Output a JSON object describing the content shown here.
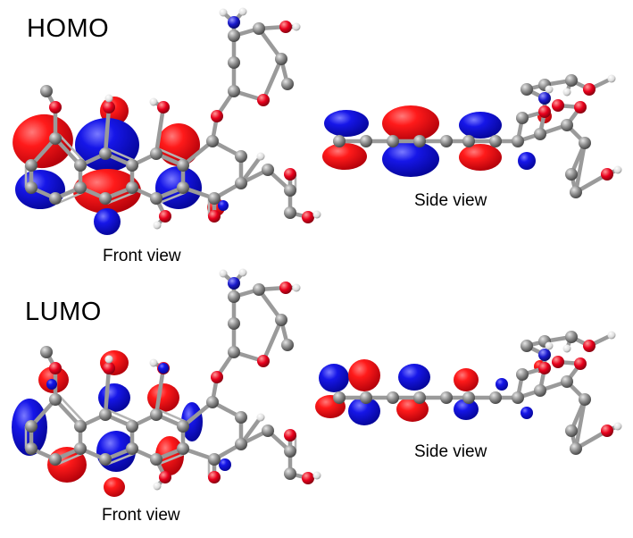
{
  "panels": [
    {
      "label": "HOMO",
      "captions": {
        "front": "Front view",
        "side": "Side view"
      }
    },
    {
      "label": "LUMO",
      "captions": {
        "front": "Front view",
        "side": "Side view"
      }
    }
  ],
  "colors": {
    "lobe_positive": "#e8001c",
    "lobe_negative": "#0a13c8",
    "carbon": "#8c8c8c",
    "oxygen": "#e8001c",
    "nitrogen": "#1a1acc",
    "hydrogen": "#f0f0f0"
  }
}
